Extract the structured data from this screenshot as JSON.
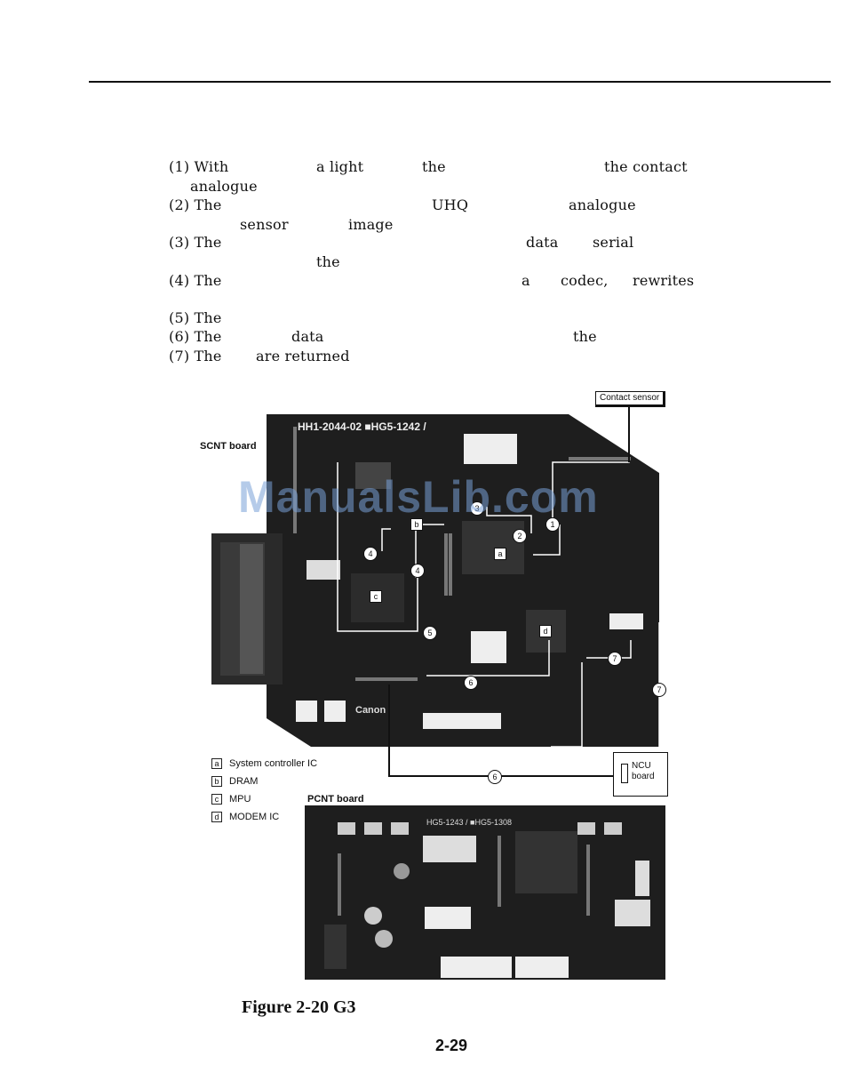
{
  "steps": [
    {
      "l1": [
        "(1) With",
        "a light",
        "the",
        "the contact"
      ],
      "l2": [
        "analogue"
      ]
    },
    {
      "l1": [
        "(2) The",
        "UHQ",
        "analogue"
      ],
      "l2": [
        "sensor",
        "image"
      ]
    },
    {
      "l1": [
        "(3) The",
        "data",
        "serial"
      ],
      "l2": [
        "the"
      ]
    },
    {
      "l1": [
        "(4) The",
        "a",
        "codec,",
        "rewrites"
      ]
    },
    {
      "l1": [
        "(5) The"
      ]
    },
    {
      "l1": [
        "(6) The",
        "data",
        "the"
      ]
    },
    {
      "l1": [
        "(7) The",
        "are returned"
      ]
    }
  ],
  "watermark": "ManualsLib.com",
  "figure": {
    "labels": {
      "contact_sensor": "Contact sensor",
      "scnt_board": "SCNT board",
      "pcnt_board": "PCNT board",
      "ncu_board_1": "NCU",
      "ncu_board_2": "board",
      "board_silk": "HH1-2044-02  ■HG5-1242 /",
      "pcnt_silk": "HG5-1243 / ■HG5-1308",
      "canon": "Canon"
    },
    "legend": [
      {
        "key": "a",
        "text": "System controller IC"
      },
      {
        "key": "b",
        "text": "DRAM"
      },
      {
        "key": "c",
        "text": "MPU"
      },
      {
        "key": "d",
        "text": "MODEM IC"
      }
    ],
    "markers": {
      "m1": "1",
      "m2": "2",
      "m3": "3",
      "m4a": "4",
      "m4b": "4",
      "m5": "5",
      "m6a": "6",
      "m6b": "6",
      "m7a": "7",
      "m7b": "7",
      "a": "a",
      "b": "b",
      "c": "c",
      "d": "d"
    }
  },
  "caption": "Figure 2-20 G3",
  "page_number": "2-29"
}
